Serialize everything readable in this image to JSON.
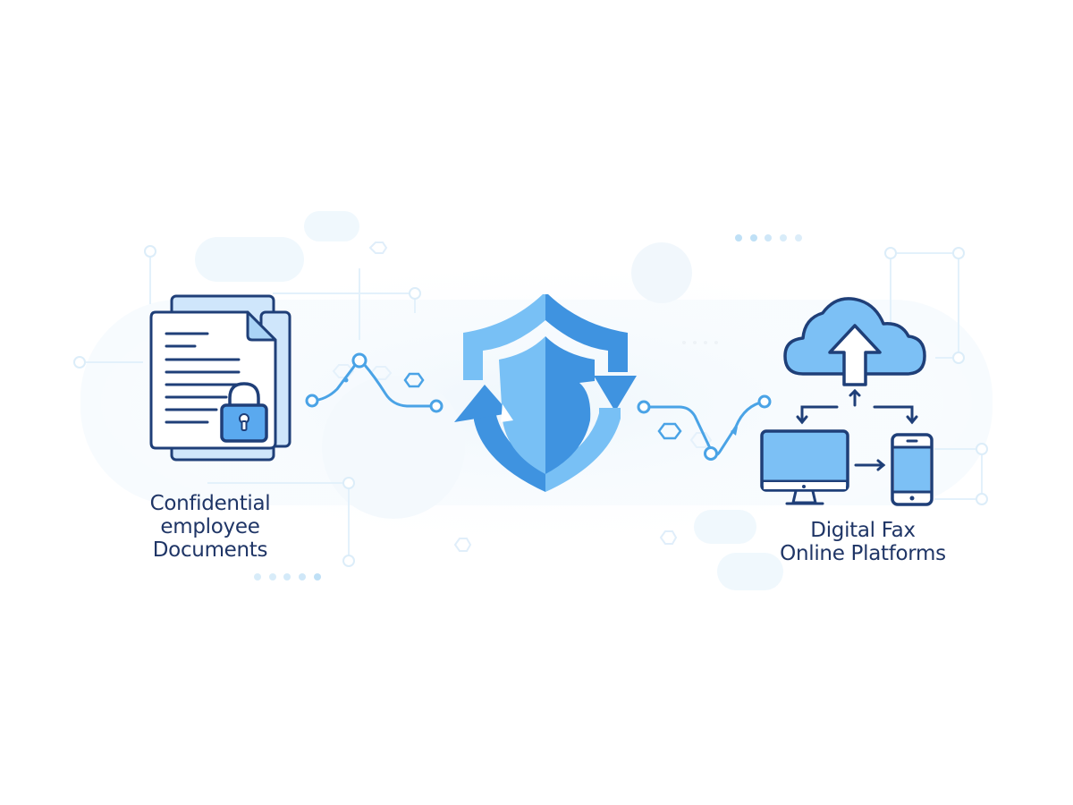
{
  "diagram": {
    "type": "data-flow",
    "description": "Secure transfer flow from confidential documents through security shield to digital fax / online platforms",
    "source_node": {
      "icon": "locked-document-icon",
      "label_lines": [
        "Confidential",
        "employee",
        "Documents"
      ]
    },
    "connector_left": {
      "icon": "wavy-connector-icon"
    },
    "center_node": {
      "icon": "shield-sync-icon"
    },
    "connector_right": {
      "icon": "wavy-connector-icon"
    },
    "target_node": {
      "icons": [
        "cloud-upload-icon",
        "desktop-monitor-icon",
        "smartphone-icon"
      ],
      "label_lines": [
        "Digital Fax",
        "Online Platforms"
      ]
    }
  },
  "colors": {
    "outline": "#1f3f78",
    "fill_light": "#cfe6fb",
    "fill_mid": "#7cc0f5",
    "shield_light": "#74bdf4",
    "shield_dark": "#3f93e0",
    "connector": "#4aa3e6",
    "text": "#1f3566",
    "background_accent": "#eef7fd"
  }
}
